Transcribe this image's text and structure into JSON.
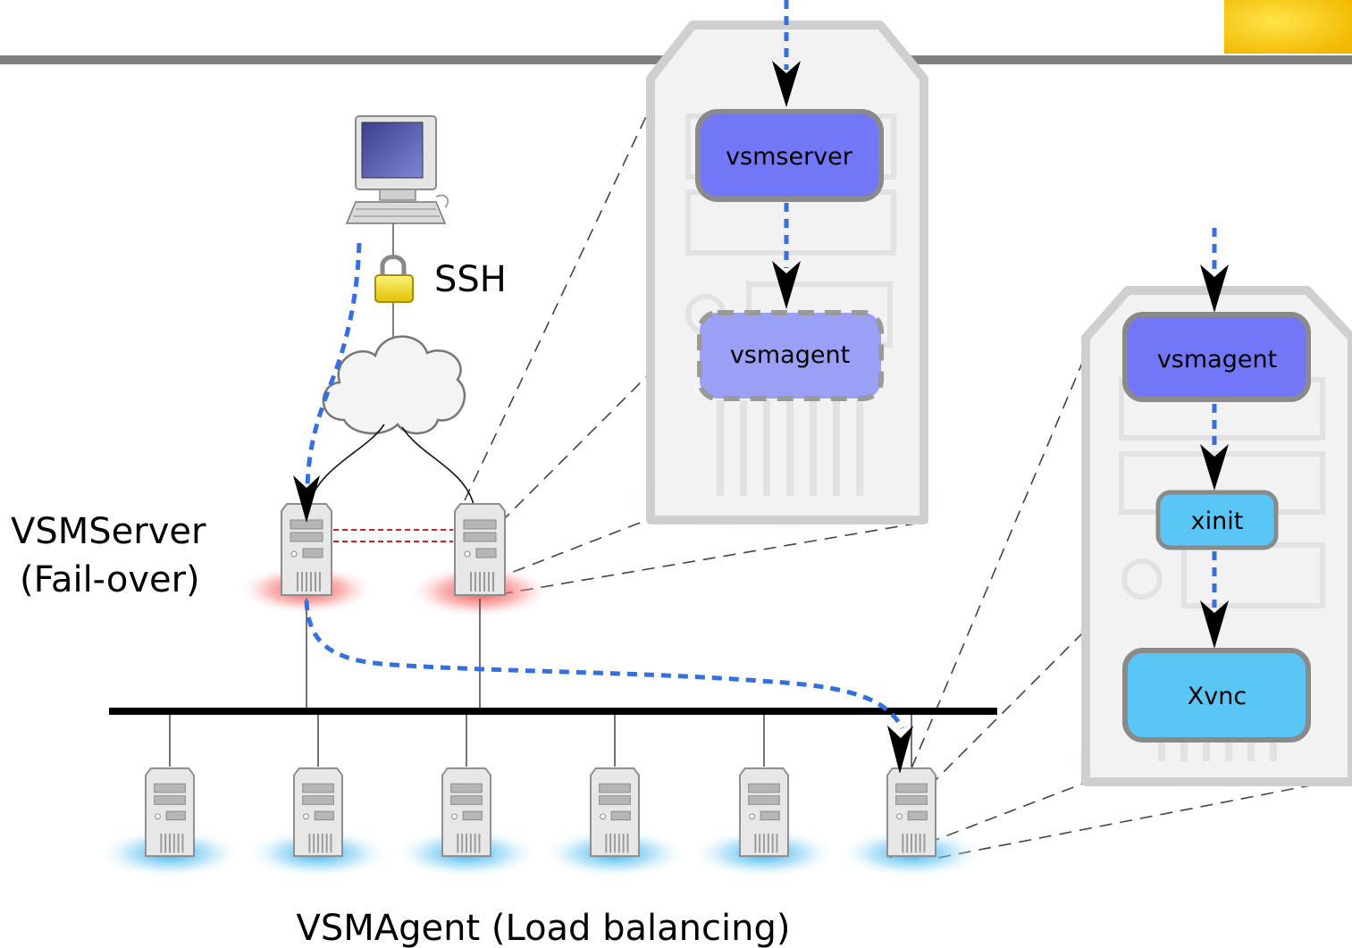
{
  "labels": {
    "ssh": "SSH",
    "vsmserver_line1": "VSMServer",
    "vsmserver_line2": "(Fail-over)",
    "vsmagent_group": "VSMAgent (Load balancing)"
  },
  "server_zoom": {
    "top_box": "vsmserver",
    "bottom_box": "vsmagent"
  },
  "agent_zoom": {
    "top_box": "vsmagent",
    "middle_box": "xinit",
    "bottom_box": "Xvnc"
  },
  "colors": {
    "primary_box": "#7177f7",
    "secondary_box": "#9aa0f5",
    "light_box": "#5ac6f5",
    "flow_arrow": "#3570e0",
    "failover_glow": "#f24a4a",
    "agent_glow": "#39b2ea",
    "failover_link": "#d21f1f",
    "header_bar": "#808080"
  },
  "icons": {
    "client": "desktop-computer-icon",
    "lock": "padlock-icon",
    "network": "cloud-icon",
    "server": "server-tower-icon"
  }
}
